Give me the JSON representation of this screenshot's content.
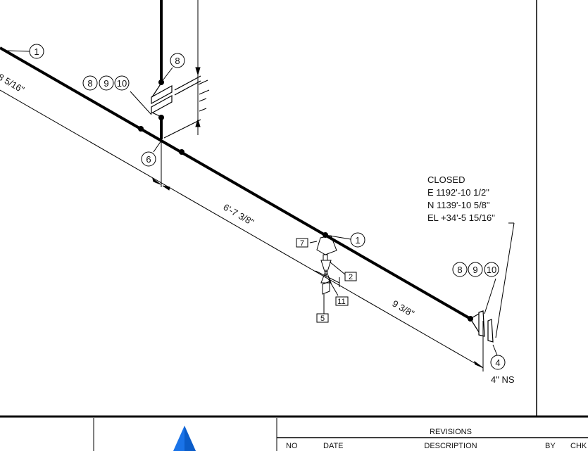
{
  "drawing": {
    "dimensions": {
      "left": "8 5/16\"",
      "middle": "6'-7 3/8\"",
      "right": "9 3/8\""
    },
    "balloons": {
      "pipe_top": "1",
      "vert_flange": "8",
      "flange_set_top": [
        "8",
        "9",
        "10"
      ],
      "branch": "6",
      "pipe_mid": "1",
      "flange_set_end": [
        "8",
        "9",
        "10"
      ],
      "end": "4"
    },
    "tags": {
      "t7": "7",
      "t2": "2",
      "t11": "11",
      "t5": "5"
    },
    "end_note": {
      "status": "CLOSED",
      "east": "E 1192'-10 1/2\"",
      "north": "N 1139'-10 5/8\"",
      "elevation": "EL +34'-5 15/16\""
    },
    "size_label": "4\" NS",
    "colors": {
      "line": "#000000",
      "logo": "#1a73e8"
    }
  },
  "title_block": {
    "revisions_title": "REVISIONS",
    "columns": [
      "NO",
      "DATE",
      "DESCRIPTION",
      "BY",
      "CHK"
    ]
  }
}
